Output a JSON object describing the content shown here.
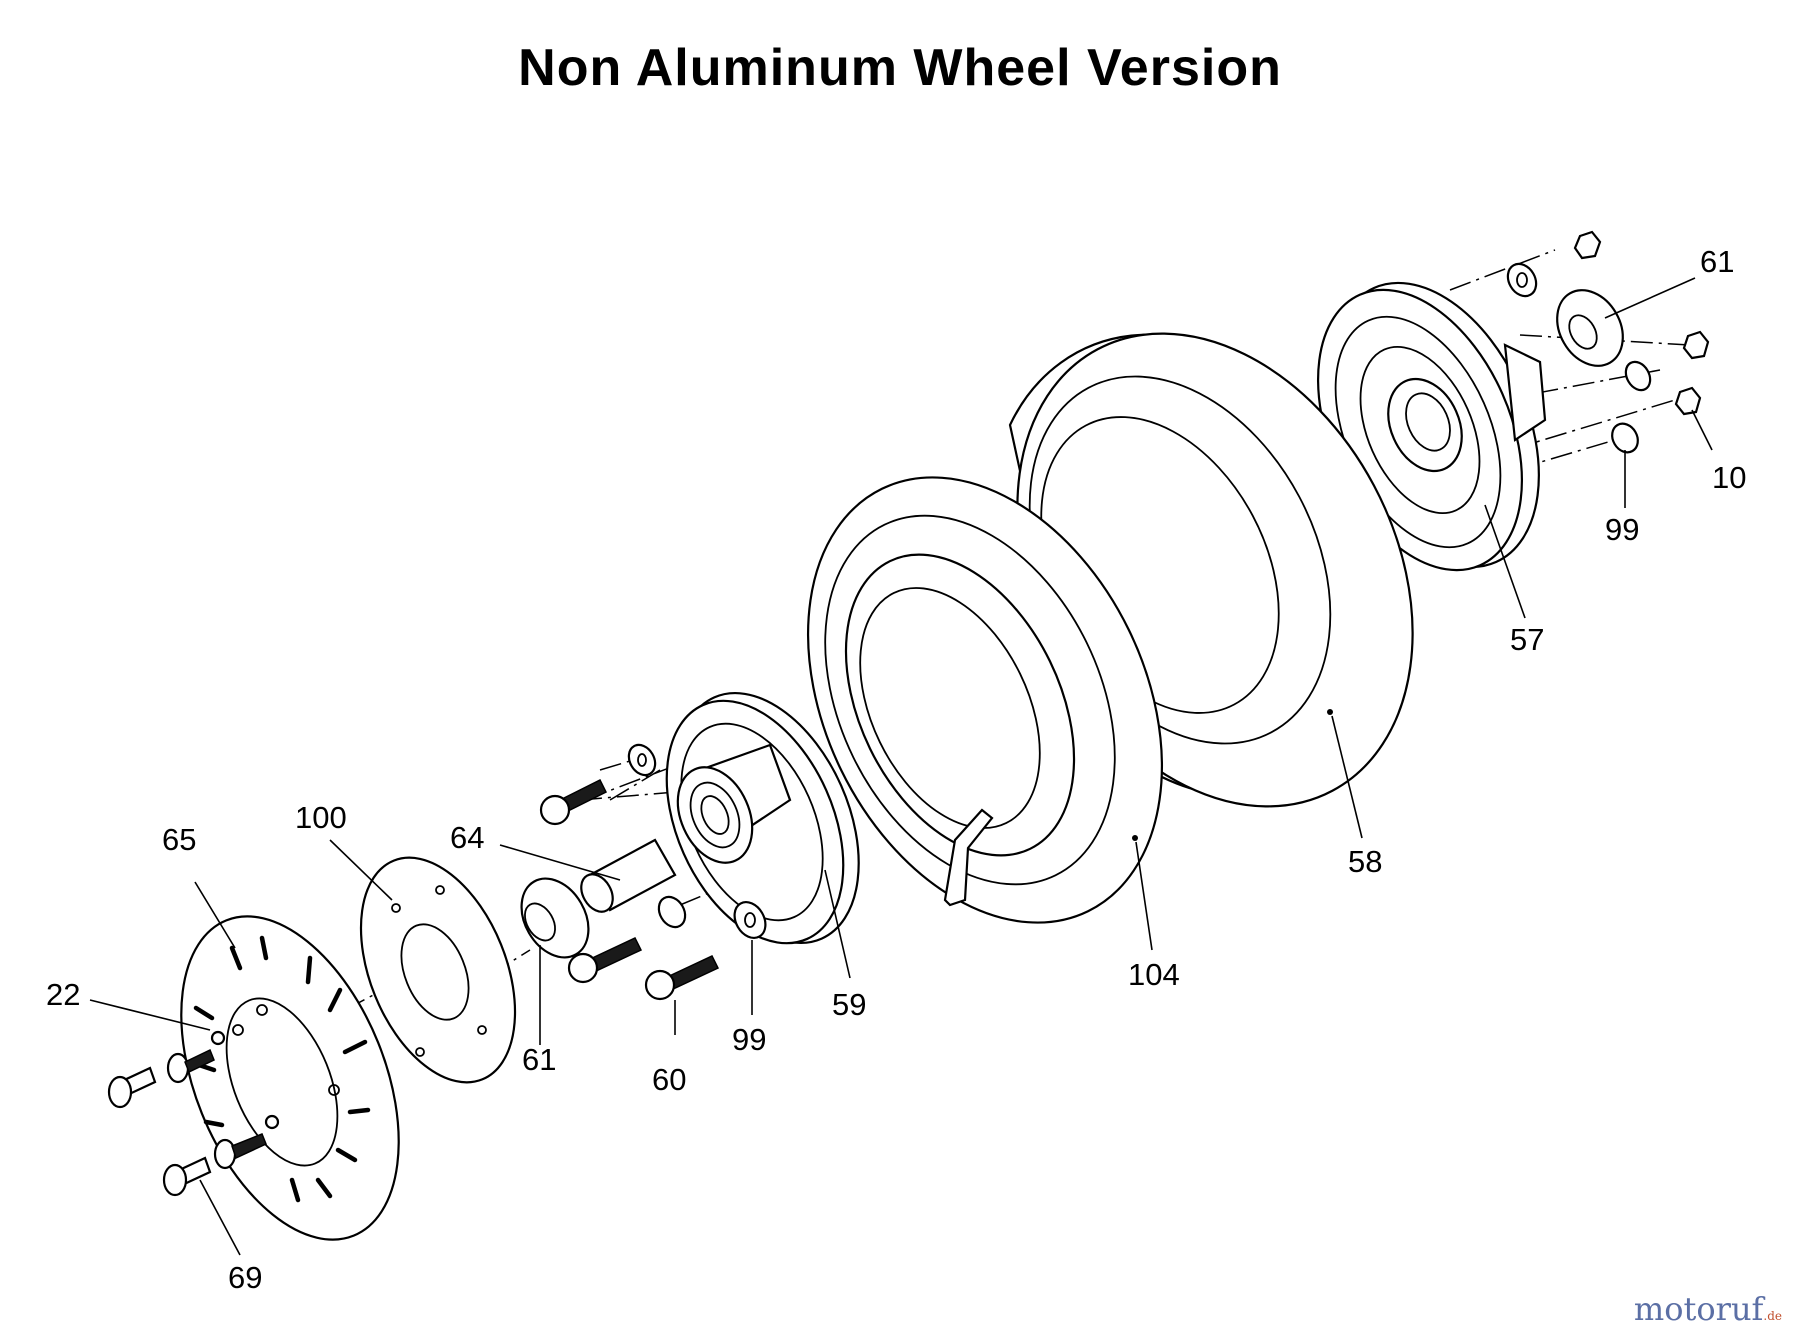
{
  "title": "Non Aluminum Wheel Version",
  "callouts": [
    {
      "id": "c61a",
      "text": "61"
    },
    {
      "id": "c10",
      "text": "10"
    },
    {
      "id": "c99a",
      "text": "99"
    },
    {
      "id": "c57",
      "text": "57"
    },
    {
      "id": "c58",
      "text": "58"
    },
    {
      "id": "c104",
      "text": "104"
    },
    {
      "id": "c59",
      "text": "59"
    },
    {
      "id": "c99b",
      "text": "99"
    },
    {
      "id": "c60",
      "text": "60"
    },
    {
      "id": "c61b",
      "text": "61"
    },
    {
      "id": "c64",
      "text": "64"
    },
    {
      "id": "c100",
      "text": "100"
    },
    {
      "id": "c65",
      "text": "65"
    },
    {
      "id": "c22",
      "text": "22"
    },
    {
      "id": "c69",
      "text": "69"
    }
  ],
  "watermark": {
    "brand": "motoruf",
    "tld": ".de"
  }
}
